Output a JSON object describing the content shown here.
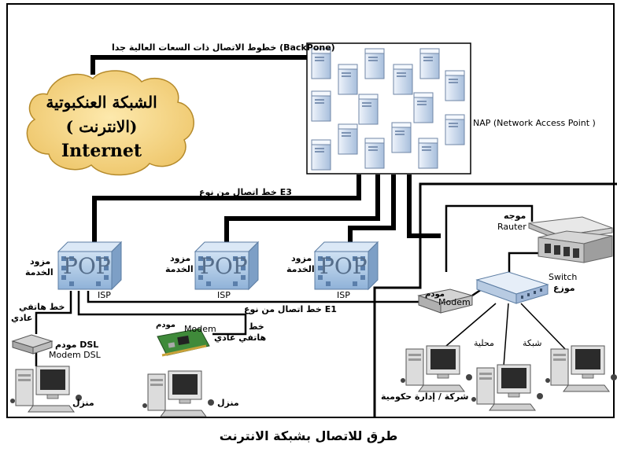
{
  "cloud": {
    "line1": "الشبكة العنكبوتية",
    "line2": "( الانترنت)",
    "line3": "Internet"
  },
  "labels": {
    "backbone": "خطوط الاتصال ذات السعات العالية جدا (BackPone)",
    "nap": "NAP (Network Access Point )",
    "e3": "خط اتصال من نوع E3",
    "e1": "خط اتصال من نوع E1",
    "router_ar": "موجه",
    "router_en": "Rauter",
    "switch_en": "Switch",
    "switch_ar": "موزع",
    "modem_ar_company": "مودم",
    "modem_en_company": "Modem",
    "local_net_1": "شبكة",
    "local_net_2": "محلية",
    "company_gov": "شركة / إدارة حكومية",
    "phone_line_1": "خط هاتفي",
    "phone_line_2": "عادي",
    "dsl_modem_ar": "مودم DSL",
    "dsl_modem_en": "Modem DSL",
    "home1": "منزل",
    "modem_card_ar": "مودم",
    "modem_card_en": "Modem",
    "phone_line2_1": "خط",
    "phone_line2_2": "هاتفي عادي",
    "home2": "منزل",
    "provider_1a": "مزود",
    "provider_1b": "الخدمة",
    "provider_2a": "مزود",
    "provider_2b": "الخدمة",
    "provider_3a": "مزود",
    "provider_3b": "الخدمة",
    "pop_text": "POP",
    "isp1": "ISP",
    "isp2": "ISP",
    "isp3": "ISP"
  },
  "caption": "طرق للاتصال بشبكة الانترنت",
  "colors": {
    "cloud_fill": "#f6d98a",
    "cloud_stroke": "#b58a2a",
    "pop_fill": "#a9c8e6",
    "server_fill": "#d9e5f4",
    "line": "#000000"
  }
}
